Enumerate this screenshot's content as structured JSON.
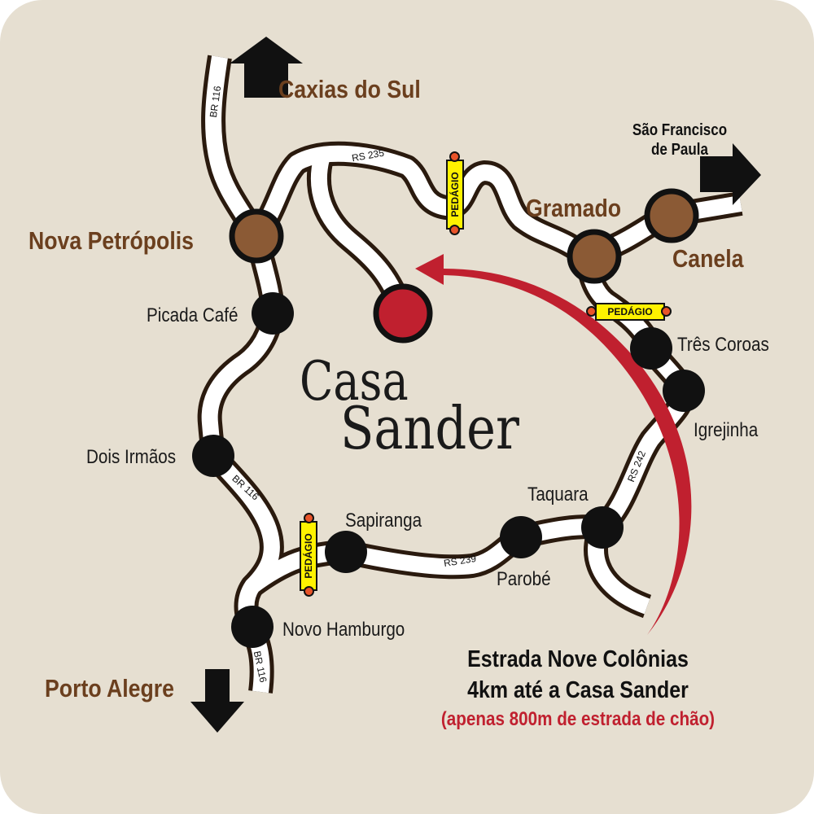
{
  "destinations": {
    "north": "Caxias do Sul",
    "east_line1": "São Francisco",
    "east_line2": "de Paula",
    "south": "Porto Alegre"
  },
  "cities": {
    "nova_petropolis": "Nova Petrópolis",
    "gramado": "Gramado",
    "canela": "Canela",
    "picada_cafe": "Picada Café",
    "dois_irmaos": "Dois Irmãos",
    "novo_hamburgo": "Novo Hamburgo",
    "sapiranga": "Sapiranga",
    "parobe": "Parobé",
    "taquara": "Taquara",
    "igrejinha": "Igrejinha",
    "tres_coroas": "Três Coroas"
  },
  "roads": {
    "br116_north": "BR 116",
    "br116_middle": "BR 116",
    "br116_south": "BR 116",
    "rs235": "RS 235",
    "rs239": "RS 239",
    "rs242": "RS 242"
  },
  "toll_label": "PEDÁGIO",
  "brand": {
    "line1": "Casa",
    "line2": "Sander"
  },
  "info": {
    "line1": "Estrada Nove Colônias",
    "line2": "4km até a Casa Sander",
    "note": "(apenas 800m de estrada de chão)"
  },
  "colors": {
    "background": "#e6dfd1",
    "major_city_text": "#6b3f1e",
    "major_city_marker": "#8b5a35",
    "destination_marker": "#c0202f",
    "route_arrow": "#c0202f",
    "toll_sign": "#fff200"
  }
}
